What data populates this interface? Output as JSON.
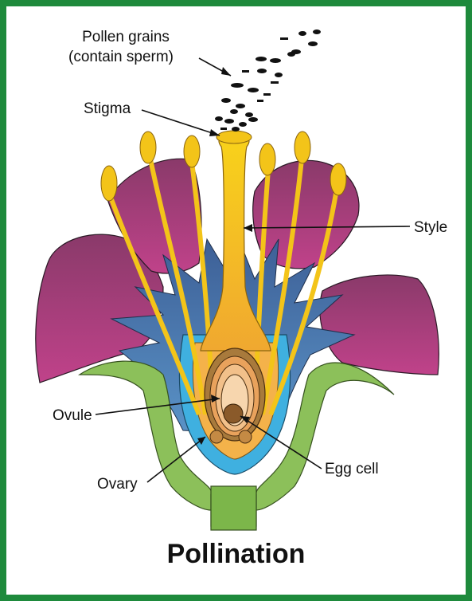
{
  "title": "Pollination",
  "labels": {
    "pollen_line1": "Pollen grains",
    "pollen_line2": "(contain sperm)",
    "stigma": "Stigma",
    "style": "Style",
    "ovule": "Ovule",
    "ovary": "Ovary",
    "egg_cell": "Egg cell"
  },
  "colors": {
    "border": "#1e8a3c",
    "petal": "#a23d7a",
    "sepal": "#4a6ea8",
    "receptacle": "#8cc05a",
    "ovary_wall": "#3fb0e0",
    "ovary_inner": "#f4b24a",
    "style": "#f3c419",
    "ovule": "#e9a25c",
    "pollen": "#111111"
  }
}
